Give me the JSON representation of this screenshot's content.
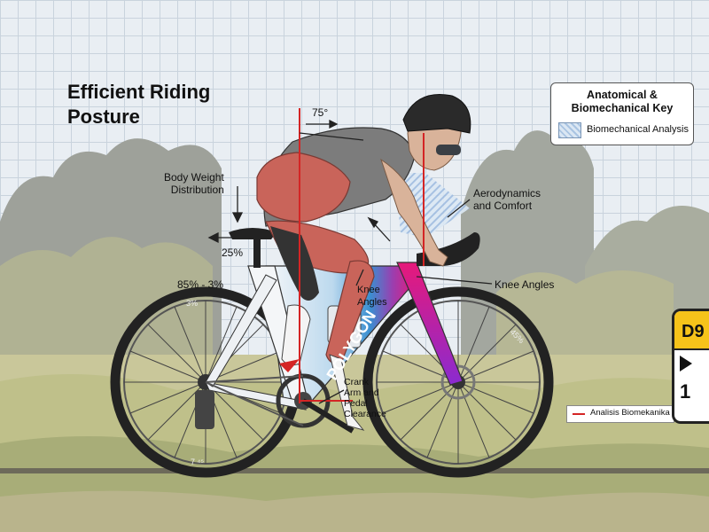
{
  "title": "Efficient Riding\nPosture",
  "labels": {
    "angle_top": "75°",
    "body_weight": "Body Weight\nDistribution",
    "pct_25": "25%",
    "pct_85_3": "85% - 3%",
    "aero": "Aerodynamics\nand Comfort",
    "knee_angles_mid": "Knee\nAngles",
    "knee_angles_right": "Knee Angles",
    "crank": "Crank\nArm and\nPedal\nClearance",
    "wheel_rear_3": "3%",
    "wheel_front_45": "45%",
    "wheel_rear_bottom": "7 ⁴⁵",
    "frame_brand": "POLYGON"
  },
  "key": {
    "title": "Anatomical &\nBiomechanical Key",
    "item": "Biomechanical Analysis"
  },
  "legend2": {
    "text": "Analisis Biomekanika"
  },
  "sign": {
    "code": "D9",
    "number": "1"
  },
  "colors": {
    "analysis_red": "#d42525",
    "frame_white": "#f4f6f8",
    "frame_blue": "#3a8fd1",
    "frame_pink": "#e6197a",
    "sign_yellow": "#f6c31a",
    "muscle": "#c9645a"
  }
}
